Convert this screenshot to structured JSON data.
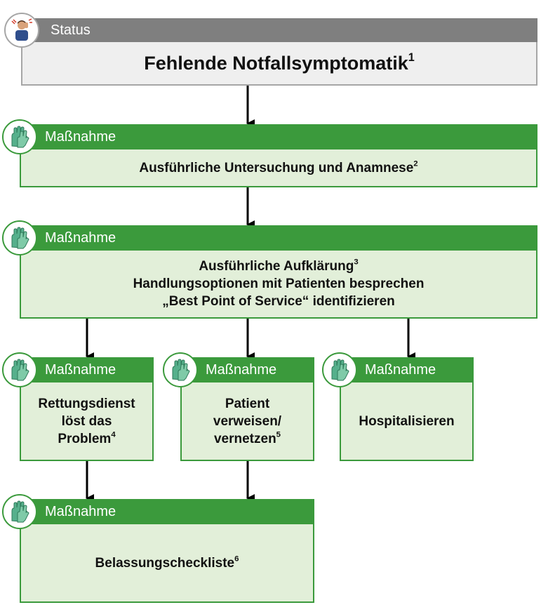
{
  "status": {
    "header": "Status",
    "title": "Fehlende Notfallsymptomatik",
    "footnote": "1",
    "icon": "person-headache-icon"
  },
  "steps": [
    {
      "header": "Maßnahme",
      "lines": [
        "Ausführliche Untersuchung und Anamnese"
      ],
      "footnote": "2",
      "icon": "gloves-icon"
    },
    {
      "header": "Maßnahme",
      "lines": [
        "Ausführliche Aufklärung",
        "Handlungsoptionen mit Patienten besprechen",
        "„Best Point of Service“ identifizieren"
      ],
      "footnote": "3",
      "icon": "gloves-icon"
    },
    {
      "header": "Maßnahme",
      "lines": [
        "Rettungsdienst",
        "löst das",
        "Problem"
      ],
      "footnote": "4",
      "icon": "gloves-icon"
    },
    {
      "header": "Maßnahme",
      "lines": [
        "Patient",
        "verweisen/",
        "vernetzen"
      ],
      "footnote": "5",
      "icon": "gloves-icon"
    },
    {
      "header": "Maßnahme",
      "lines": [
        "Hospitalisieren"
      ],
      "footnote": "",
      "icon": "gloves-icon"
    },
    {
      "header": "Maßnahme",
      "lines": [
        "Belassungscheckliste"
      ],
      "footnote": "6",
      "icon": "gloves-icon"
    }
  ],
  "colors": {
    "green": "#3b9a3c",
    "green_light": "#e2efd9",
    "gray": "#7f7f7f",
    "gray_light": "#efefef"
  }
}
